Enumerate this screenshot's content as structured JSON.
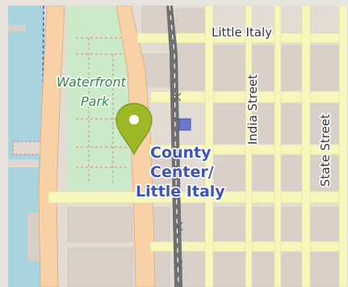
{
  "map": {
    "labels": {
      "neighborhood": "Little Italy",
      "park_line1": "Waterfront",
      "park_line2": "Park",
      "street_india": "India Street",
      "street_state": "State Street",
      "station_line1": "County",
      "station_line2": "Center/",
      "station_line3": "Little Italy"
    },
    "marker": {
      "icon": "map-pin-icon",
      "color": "#9cb825"
    },
    "colors": {
      "water": "#a9d3df",
      "park": "#cbeac7",
      "building": "#d9d0c9",
      "major_road": "#f8d2a6",
      "minor_road": "#f7f7bc",
      "rail": "#707070",
      "transit_label": "#3f55b5"
    }
  }
}
